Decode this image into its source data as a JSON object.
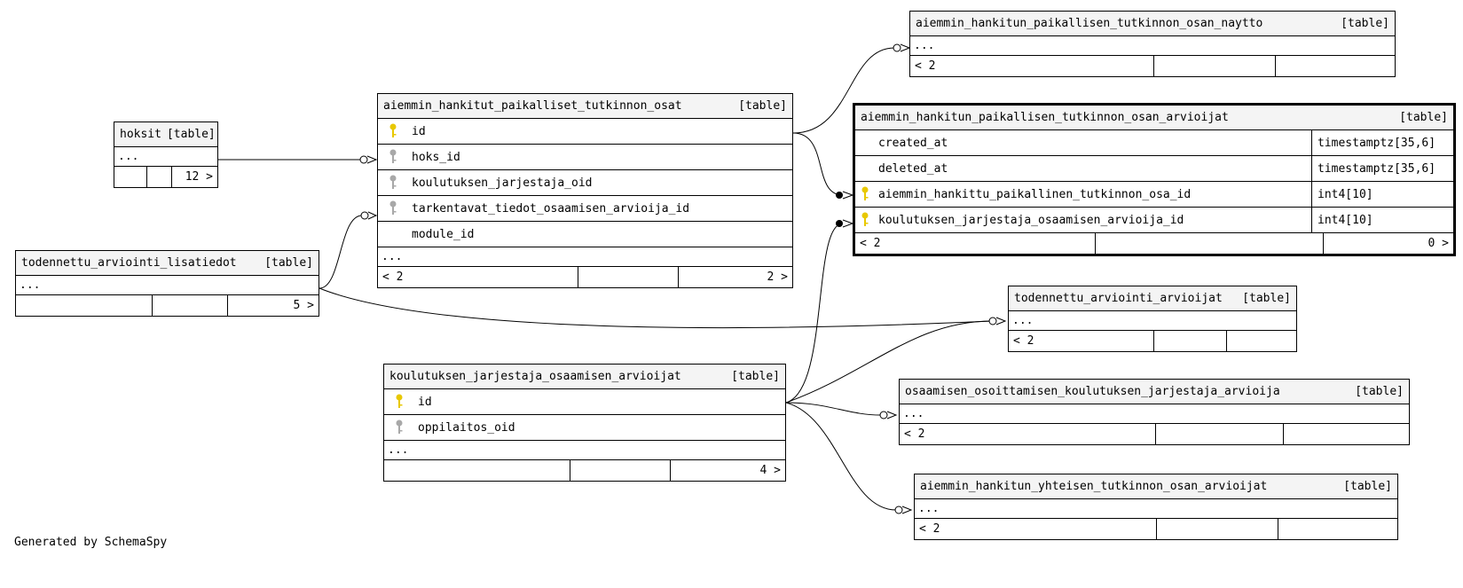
{
  "tables": {
    "hoksit": {
      "name": "hoksit",
      "kind": "[table]",
      "dots": "...",
      "children": "12 >"
    },
    "todennettu_lisatiedot": {
      "name": "todennettu_arviointi_lisatiedot",
      "kind": "[table]",
      "dots": "...",
      "children": "5 >"
    },
    "ahpto": {
      "name": "aiemmin_hankitut_paikalliset_tutkinnon_osat",
      "kind": "[table]",
      "columns": [
        {
          "name": "id",
          "key": "primary-key-icon"
        },
        {
          "name": "hoks_id",
          "key": "foreign-key-icon"
        },
        {
          "name": "koulutuksen_jarjestaja_oid",
          "key": "foreign-key-icon"
        },
        {
          "name": "tarkentavat_tiedot_osaamisen_arvioija_id",
          "key": "foreign-key-icon"
        },
        {
          "name": "module_id",
          "key": ""
        }
      ],
      "dots": "...",
      "parents": "< 2",
      "children": "2 >"
    },
    "kjoa": {
      "name": "koulutuksen_jarjestaja_osaamisen_arvioijat",
      "kind": "[table]",
      "columns": [
        {
          "name": "id",
          "key": "primary-key-icon"
        },
        {
          "name": "oppilaitos_oid",
          "key": "foreign-key-icon"
        }
      ],
      "dots": "...",
      "children": "4 >"
    },
    "naytto": {
      "name": "aiemmin_hankitun_paikallisen_tutkinnon_osan_naytto",
      "kind": "[table]",
      "dots": "...",
      "parents": "< 2"
    },
    "arvioijat": {
      "name": "aiemmin_hankitun_paikallisen_tutkinnon_osan_arvioijat",
      "kind": "[table]",
      "columns": [
        {
          "name": "created_at",
          "type": "timestamptz[35,6]",
          "key": ""
        },
        {
          "name": "deleted_at",
          "type": "timestamptz[35,6]",
          "key": ""
        },
        {
          "name": "aiemmin_hankittu_paikallinen_tutkinnon_osa_id",
          "type": "int4[10]",
          "key": "primary-key-icon"
        },
        {
          "name": "koulutuksen_jarjestaja_osaamisen_arvioija_id",
          "type": "int4[10]",
          "key": "primary-key-icon"
        }
      ],
      "parents": "< 2",
      "children": "0 >"
    },
    "tod_arvioijat": {
      "name": "todennettu_arviointi_arvioijat",
      "kind": "[table]",
      "dots": "...",
      "parents": "< 2"
    },
    "osoittamisen": {
      "name": "osaamisen_osoittamisen_koulutuksen_jarjestaja_arvioija",
      "kind": "[table]",
      "dots": "...",
      "parents": "< 2"
    },
    "yhteisen": {
      "name": "aiemmin_hankitun_yhteisen_tutkinnon_osan_arvioijat",
      "kind": "[table]",
      "dots": "...",
      "parents": "< 2"
    }
  },
  "colors": {
    "primary_key": "#e8c800",
    "foreign_key": "#a8a8a8",
    "header_bg": "#f4f4f4"
  },
  "footer": "Generated by SchemaSpy"
}
